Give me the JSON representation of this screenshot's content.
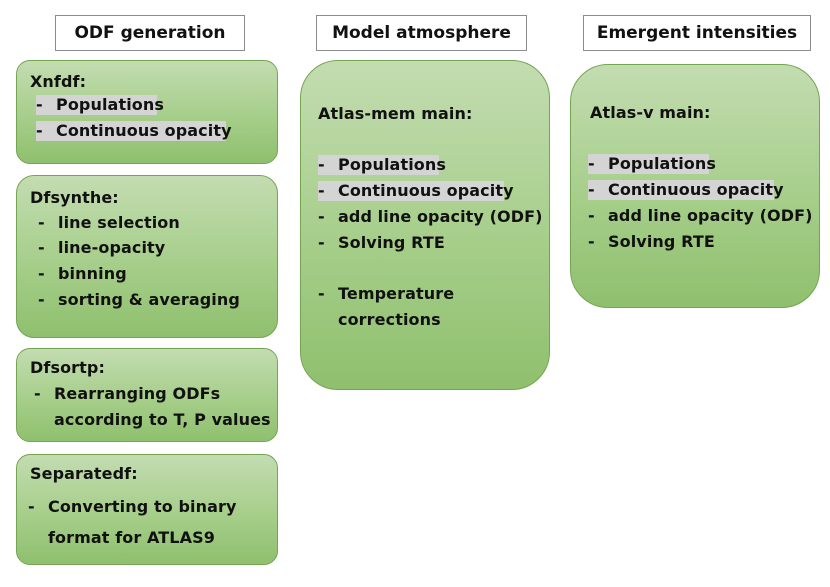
{
  "headers": {
    "odf": "ODF generation",
    "model": "Model atmosphere",
    "emergent": "Emergent intensities"
  },
  "dash": "-",
  "xnfdf": {
    "title": "Xnfdf:",
    "items": [
      "Populations",
      "Continuous  opacity"
    ]
  },
  "dfsynthe": {
    "title": "Dfsynthe:",
    "items": [
      "line selection",
      "line-opacity",
      "binning",
      "sorting & averaging"
    ]
  },
  "dfsortp": {
    "title": "Dfsortp:",
    "lines": [
      "Rearranging ODFs",
      "according to T, P  values"
    ]
  },
  "separatedf": {
    "title": "Separatedf:",
    "lines": [
      "Converting to binary",
      "format for ATLAS9"
    ]
  },
  "atlas_mem": {
    "title": "Atlas-mem main:",
    "items": [
      "Populations",
      "Continuous opacity",
      "add line opacity (ODF)",
      "Solving RTE",
      "Temperature",
      "corrections"
    ]
  },
  "atlas_v": {
    "title": "Atlas-v main:",
    "items": [
      "Populations",
      "Continuous opacity",
      "add line opacity (ODF)",
      "Solving RTE"
    ]
  },
  "colors": {
    "box_fill_top": "#c3dcb1",
    "box_fill_bottom": "#8fc06e",
    "box_border": "#74a552",
    "highlight": "#d4d4d4"
  }
}
